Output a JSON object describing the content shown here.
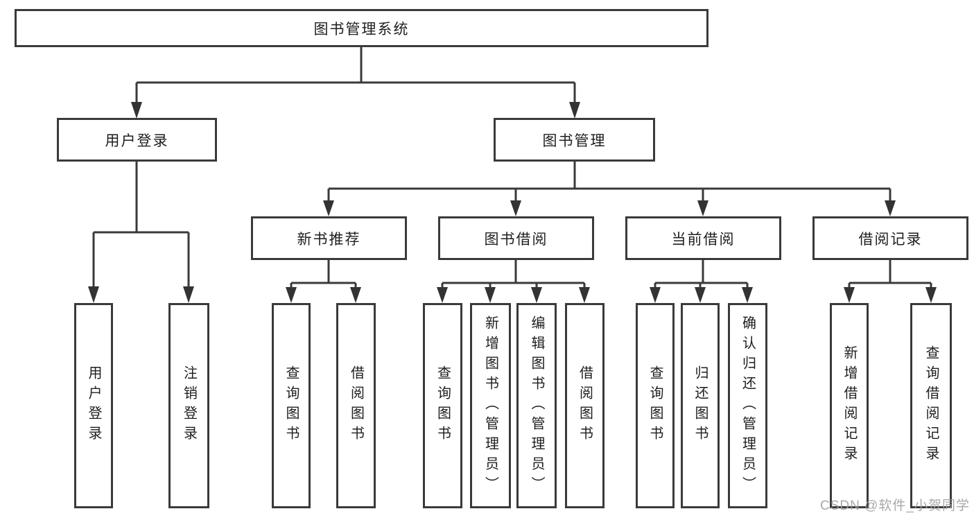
{
  "diagram": {
    "root": {
      "label": "图书管理系统"
    },
    "level2": {
      "user_login": {
        "label": "用户登录"
      },
      "book_management": {
        "label": "图书管理"
      }
    },
    "level3": {
      "new_book_recommend": {
        "label": "新书推荐"
      },
      "book_borrow": {
        "label": "图书借阅"
      },
      "current_borrow": {
        "label": "当前借阅"
      },
      "borrow_records": {
        "label": "借阅记录"
      }
    },
    "leaves": {
      "user_login": {
        "label": "用户登录"
      },
      "logout": {
        "label": "注销登录"
      },
      "nbr_query_books": {
        "label": "查询图书"
      },
      "nbr_borrow_books": {
        "label": "借阅图书"
      },
      "bb_query_books": {
        "label": "查询图书"
      },
      "bb_add_books_admin": {
        "label": "新增图书（管理员）"
      },
      "bb_edit_books_admin": {
        "label": "编辑图书（管理员）"
      },
      "bb_borrow_books": {
        "label": "借阅图书"
      },
      "cb_query_books": {
        "label": "查询图书"
      },
      "cb_return_books": {
        "label": "归还图书"
      },
      "cb_confirm_return_admin": {
        "label": "确认归还（管理员）"
      },
      "br_add_record": {
        "label": "新增借阅记录"
      },
      "br_query_record": {
        "label": "查询借阅记录"
      }
    }
  },
  "watermark": {
    "text": "CSDN @软件_小贺同学"
  },
  "colors": {
    "line": "#3a3a3a",
    "text": "#1e1e1e",
    "background": "#ffffff",
    "watermark": "#9e9e9e"
  }
}
